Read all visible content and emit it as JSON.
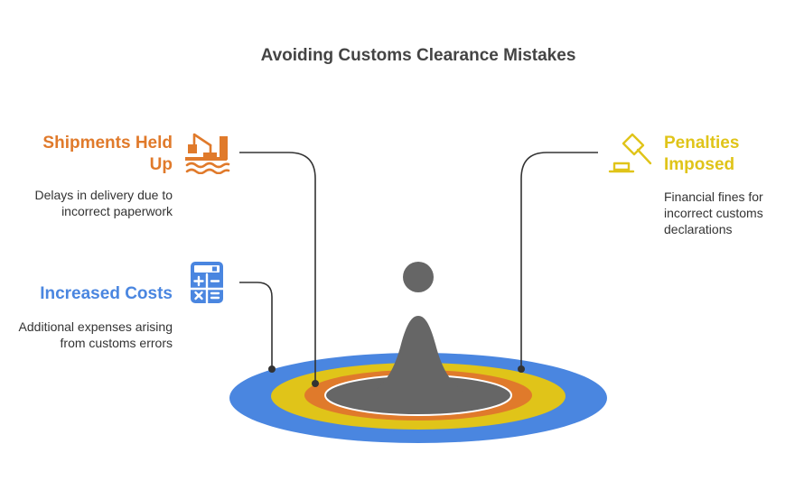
{
  "title": "Avoiding Customs Clearance Mistakes",
  "items": [
    {
      "heading": "Shipments Held Up",
      "description": "Delays in delivery due to incorrect paperwork",
      "color": "#E07A2B",
      "icon": "ship-crane-icon"
    },
    {
      "heading": "Increased Costs",
      "description": "Additional expenses arising from customs errors",
      "color": "#4A86E0",
      "icon": "calculator-icon"
    },
    {
      "heading": "Penalties Imposed",
      "description": "Financial fines for incorrect customs declarations",
      "color": "#E0C419",
      "icon": "gavel-icon"
    }
  ],
  "colors": {
    "ring_outer": "#4A86E0",
    "ring_middle": "#E0C419",
    "ring_inner": "#E07A2B",
    "drop": "#666666",
    "connector": "#333333"
  }
}
